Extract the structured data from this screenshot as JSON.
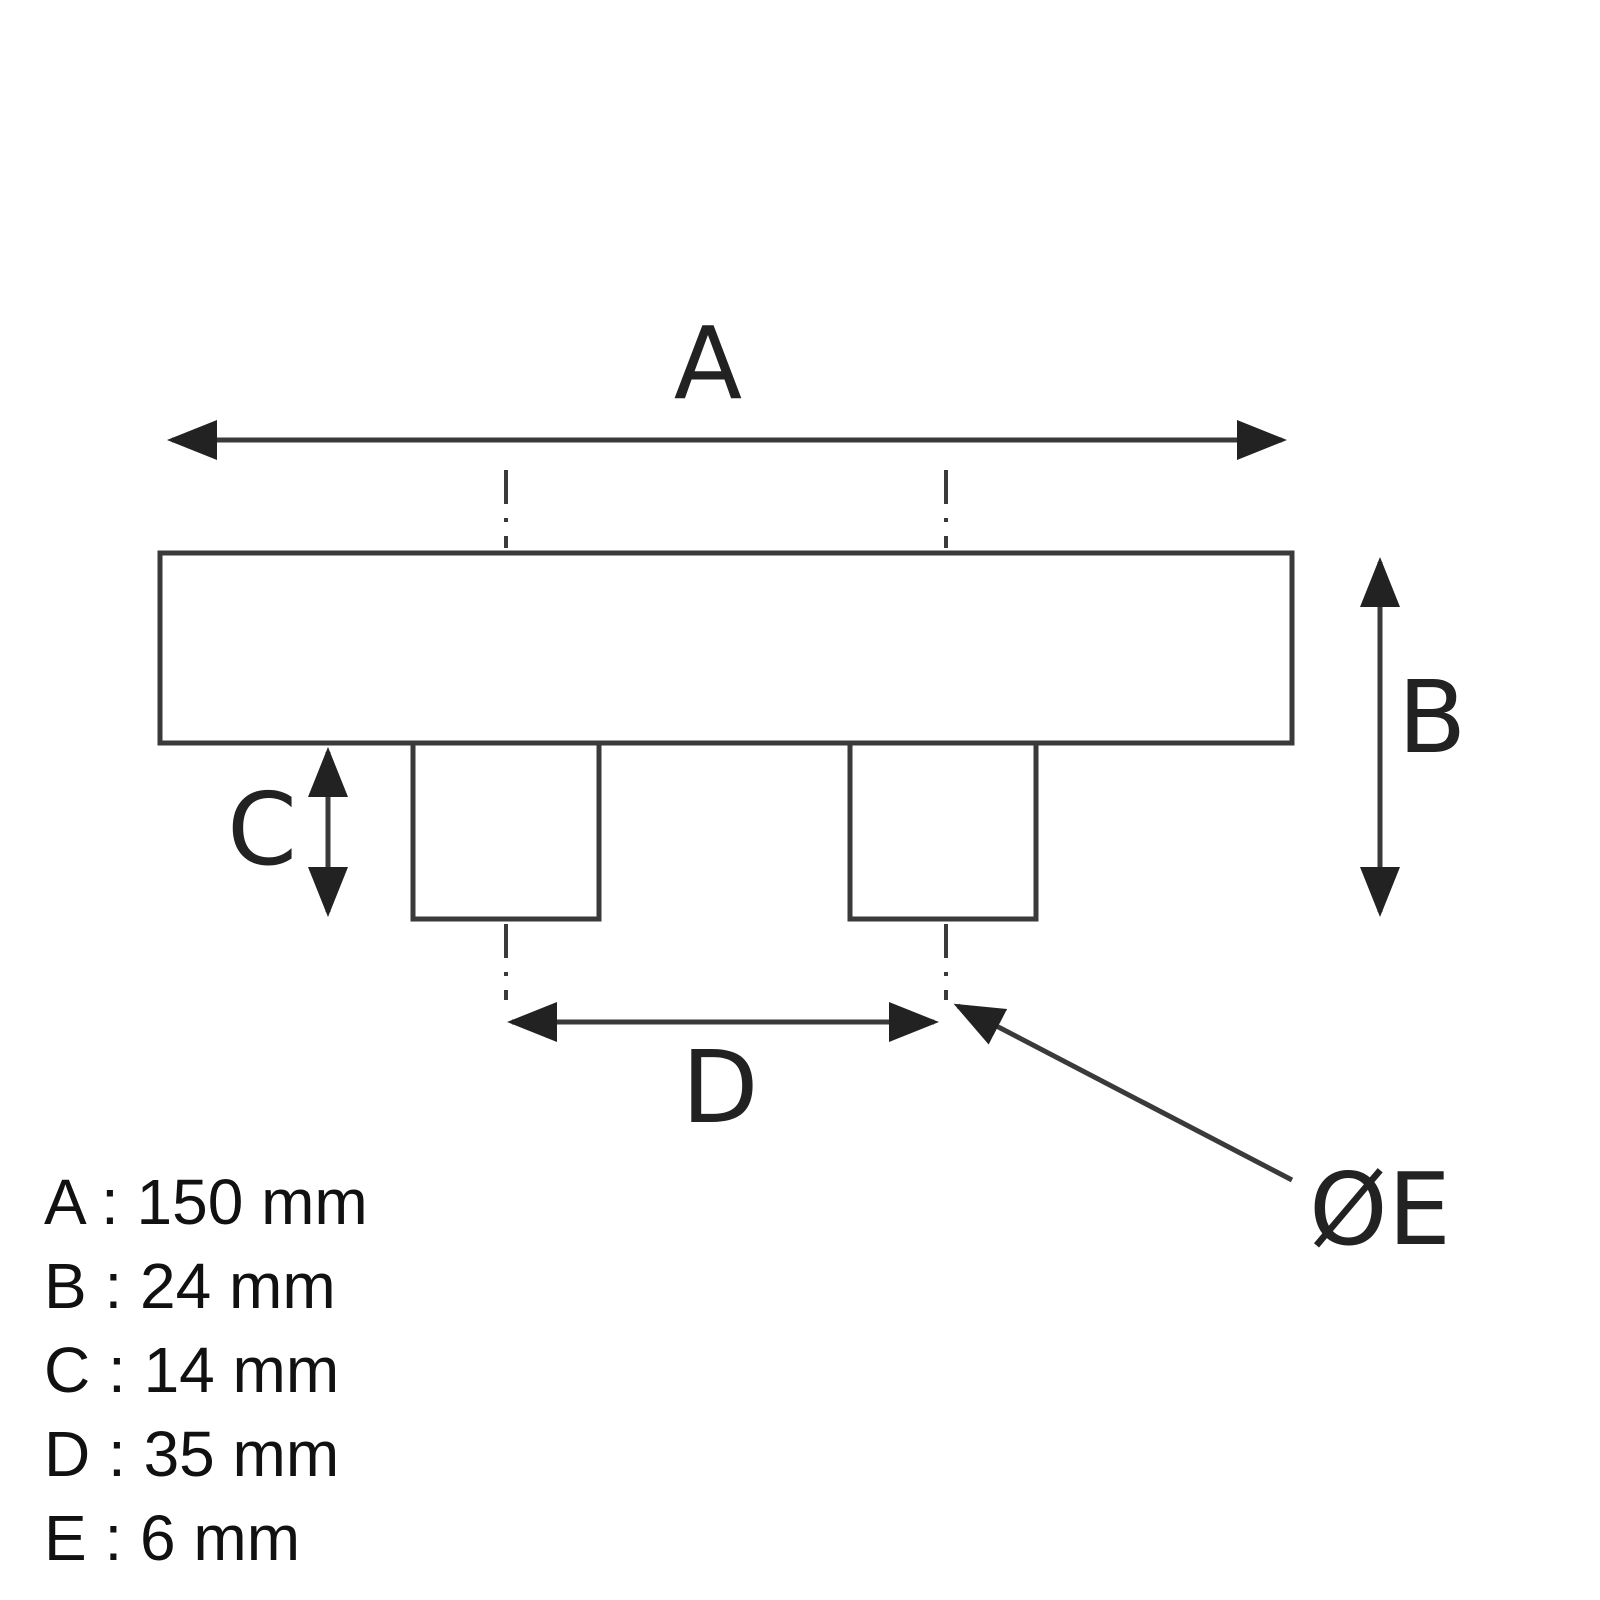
{
  "labels": {
    "a": "A",
    "b": "B",
    "c": "C",
    "d": "D",
    "e": "ØE"
  },
  "specs": [
    {
      "text": "A : 150 mm"
    },
    {
      "text": "B : 24 mm"
    },
    {
      "text": "C : 14 mm"
    },
    {
      "text": "D : 35 mm"
    },
    {
      "text": "E : 6 mm"
    }
  ],
  "colors": {
    "line": "#3a3a3a",
    "text": "#222222"
  }
}
